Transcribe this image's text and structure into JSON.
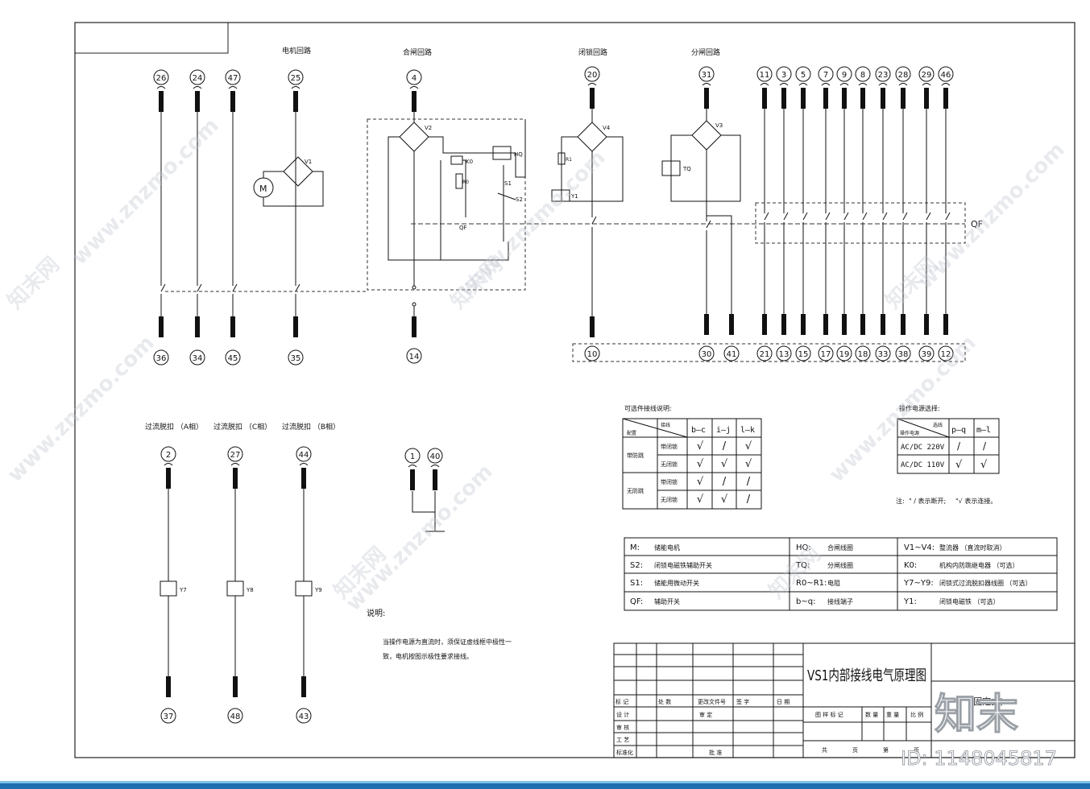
{
  "sections": {
    "motor": "电机回路",
    "close": "合闸回路",
    "lock": "闭锁回路",
    "open": "分闸回路",
    "trip_a": "过流脱扣 （A相）",
    "trip_c": "过流脱扣 （C相）",
    "trip_b": "过流脱扣 （B相）"
  },
  "terminals": {
    "motor_top": [
      "26",
      "24",
      "47",
      "25"
    ],
    "motor_bottom": [
      "36",
      "34",
      "45",
      "35"
    ],
    "close_top": "4",
    "close_bottom": "14",
    "lock_top": "20",
    "lock_bottom": "10",
    "open_top": "31",
    "open_bottom": [
      "30",
      "41"
    ],
    "aux_top": [
      "11",
      "3",
      "5",
      "7",
      "9",
      "8",
      "23",
      "28",
      "29",
      "46"
    ],
    "aux_bottom": [
      "21",
      "13",
      "15",
      "17",
      "19",
      "18",
      "33",
      "38",
      "39",
      "12"
    ],
    "trip_top": [
      "2",
      "27",
      "44"
    ],
    "trip_bottom": [
      "37",
      "48",
      "43"
    ],
    "misc": [
      "1",
      "40"
    ]
  },
  "components": {
    "motor": "M",
    "v1": "V1",
    "v2": "V2",
    "v3": "V3",
    "v4": "V4",
    "hq": "HQ",
    "tq": "TQ",
    "k0": "K0",
    "r0": "R0",
    "r1": "R1",
    "y1": "Y1",
    "y7": "Y7",
    "y8": "Y8",
    "y9": "Y9",
    "qf": "QF",
    "s1": "S1",
    "s2": "S2"
  },
  "options_table": {
    "title": "可选件接线说明:",
    "header_left": "接线",
    "header_right": "配置",
    "cols": [
      "b—c",
      "i—j",
      "l—k"
    ],
    "groups": [
      "带防跳",
      "无防跳"
    ],
    "sub": [
      "带闭锁",
      "无闭锁"
    ],
    "rows": [
      [
        "√",
        "/",
        "√"
      ],
      [
        "√",
        "√",
        "√"
      ],
      [
        "√",
        "/",
        "/"
      ],
      [
        "√",
        "√",
        "/"
      ]
    ]
  },
  "voltage_table": {
    "title": "操作电源选择:",
    "header_left": "选线",
    "header_right": "操作电源",
    "cols": [
      "p—q",
      "m—l"
    ],
    "rows": [
      {
        "label": "AC/DC 220V",
        "vals": [
          "/",
          "/"
        ]
      },
      {
        "label": "AC/DC 110V",
        "vals": [
          "√",
          "√"
        ]
      }
    ],
    "note_prefix": "注:",
    "note_a": "\" / 表示断开;",
    "note_b": "\"√ 表示连接。"
  },
  "legend": [
    [
      "M:",
      "储能电机",
      "HQ:",
      "合闸线圈",
      "V1~V4:",
      "整流器 （直流时取消）"
    ],
    [
      "S2:",
      "闭锁电磁铁辅助开关",
      "TQ:",
      "分闸线圈",
      "K0:",
      "机构内防跳继电器 （可选）"
    ],
    [
      "S1:",
      "储能用微动开关",
      "R0~R1:",
      "电阻",
      "Y7~Y9:",
      "闭锁式过流脱扣器线圈 （可选）"
    ],
    [
      "QF:",
      "辅助开关",
      "b~q:",
      "接线端子",
      "Y1:",
      "闭锁电磁铁 （可选）"
    ]
  ],
  "note": {
    "title": "说明:",
    "line1": "当操作电源为直流时，须保证虚线框中极性一",
    "line2": "致，电机按图示极性要求接线。"
  },
  "title_block": {
    "title": "VS1内部接线电气原理图",
    "subtitle": "(固定式)",
    "row_labels": [
      "标 记",
      "处 数",
      "更改文件号",
      "签 字",
      "日 期"
    ],
    "left_labels": [
      "设 计",
      "审 核",
      "工 艺",
      "标准化"
    ],
    "mid_labels": [
      "审 定",
      "批 准"
    ],
    "right_labels": [
      "图 样 标 记",
      "数 量",
      "重 量",
      "比 例"
    ],
    "page_labels": [
      "共",
      "页",
      "第",
      "页"
    ]
  },
  "watermark": {
    "site": "www.znzmo.com",
    "brand": "知末网",
    "logo": "知末",
    "id": "ID: 1148045817"
  }
}
